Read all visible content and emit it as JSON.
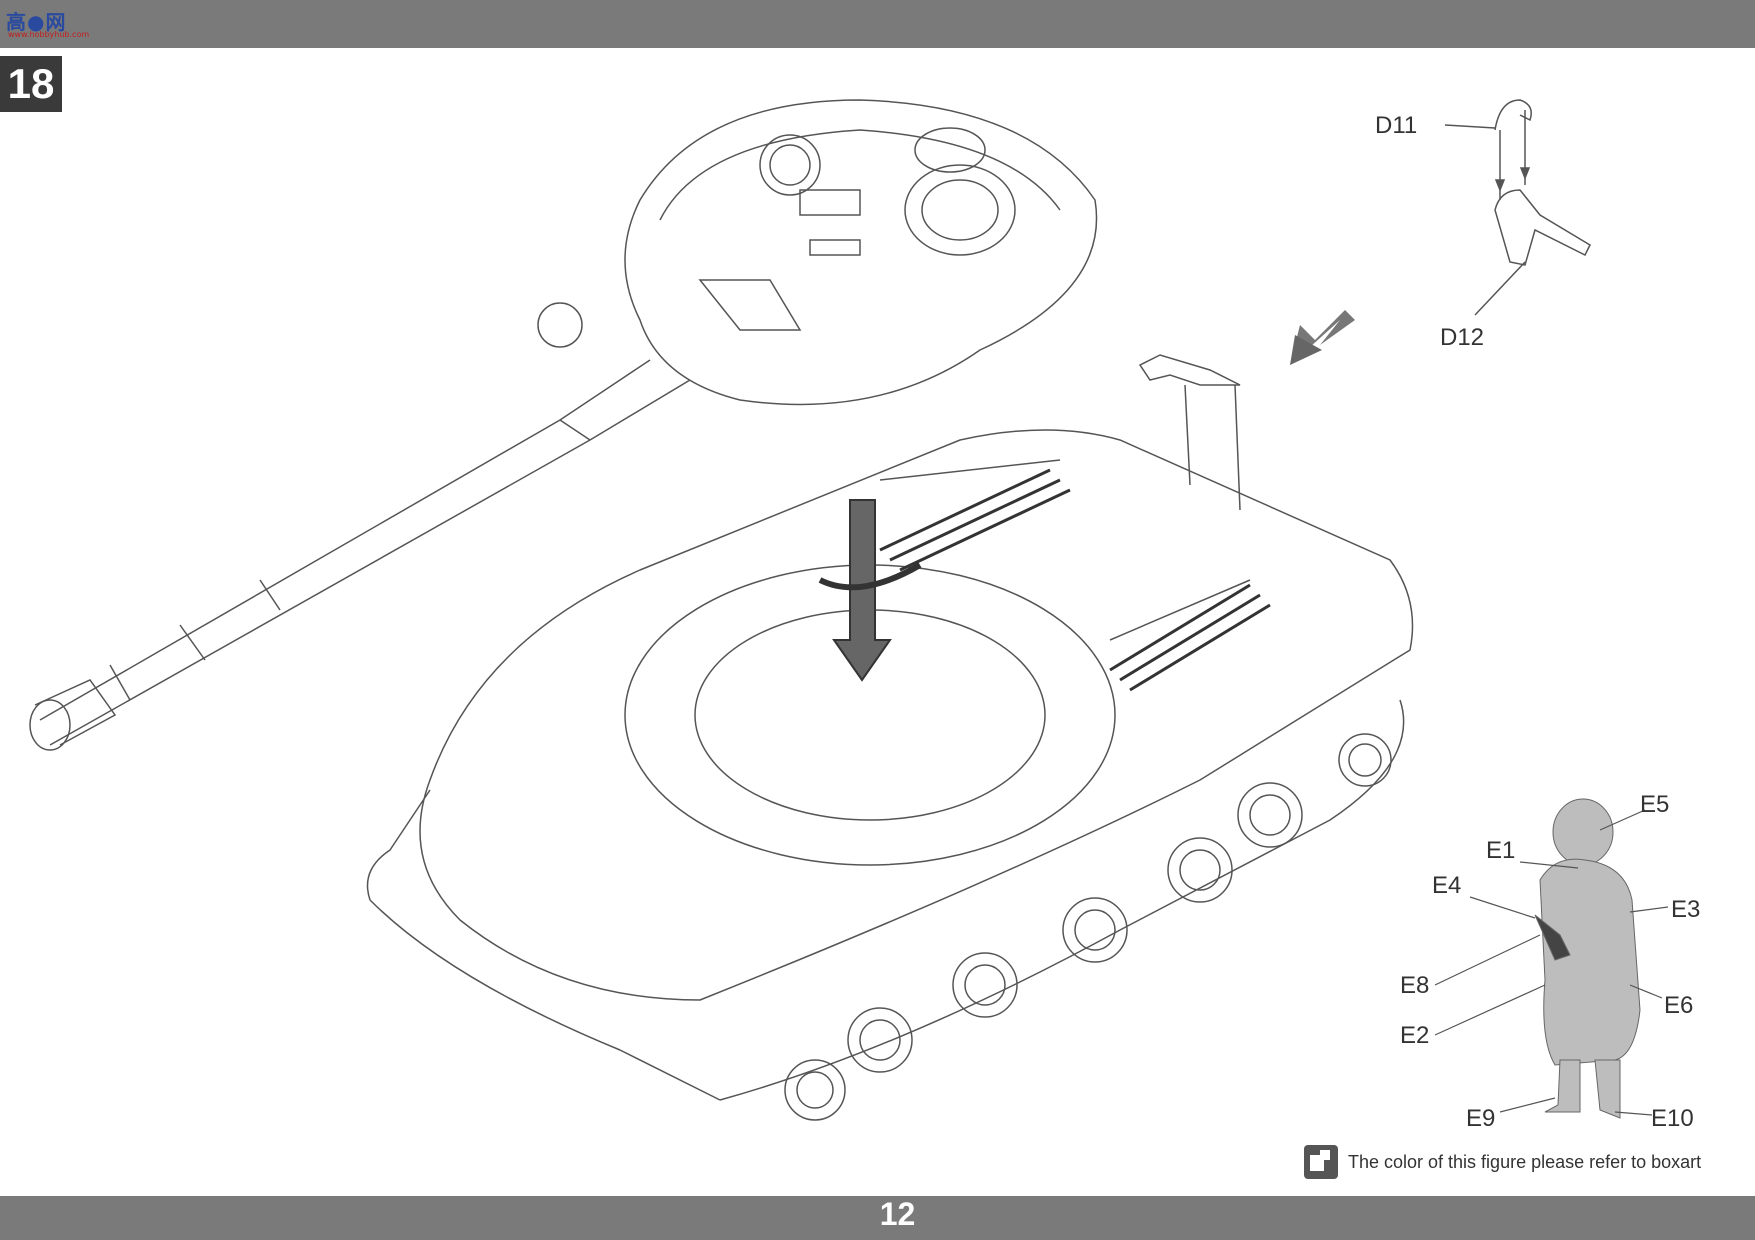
{
  "header": {
    "logo_text": "高●网",
    "logo_url": "www.hobbyhub.com"
  },
  "step": {
    "number": "18"
  },
  "footer": {
    "page_number": "12"
  },
  "parts": {
    "D11": "D11",
    "D12": "D12",
    "E1": "E1",
    "E2": "E2",
    "E3": "E3",
    "E4": "E4",
    "E5": "E5",
    "E6": "E6",
    "E8": "E8",
    "E9": "E9",
    "E10": "E10"
  },
  "note": {
    "text": "The color of this figure please refer to boxart",
    "icon": "paint-color-icon"
  },
  "colors": {
    "bar": "#7a7a7a",
    "step_box": "#3a3a3a",
    "line": "#555555"
  }
}
